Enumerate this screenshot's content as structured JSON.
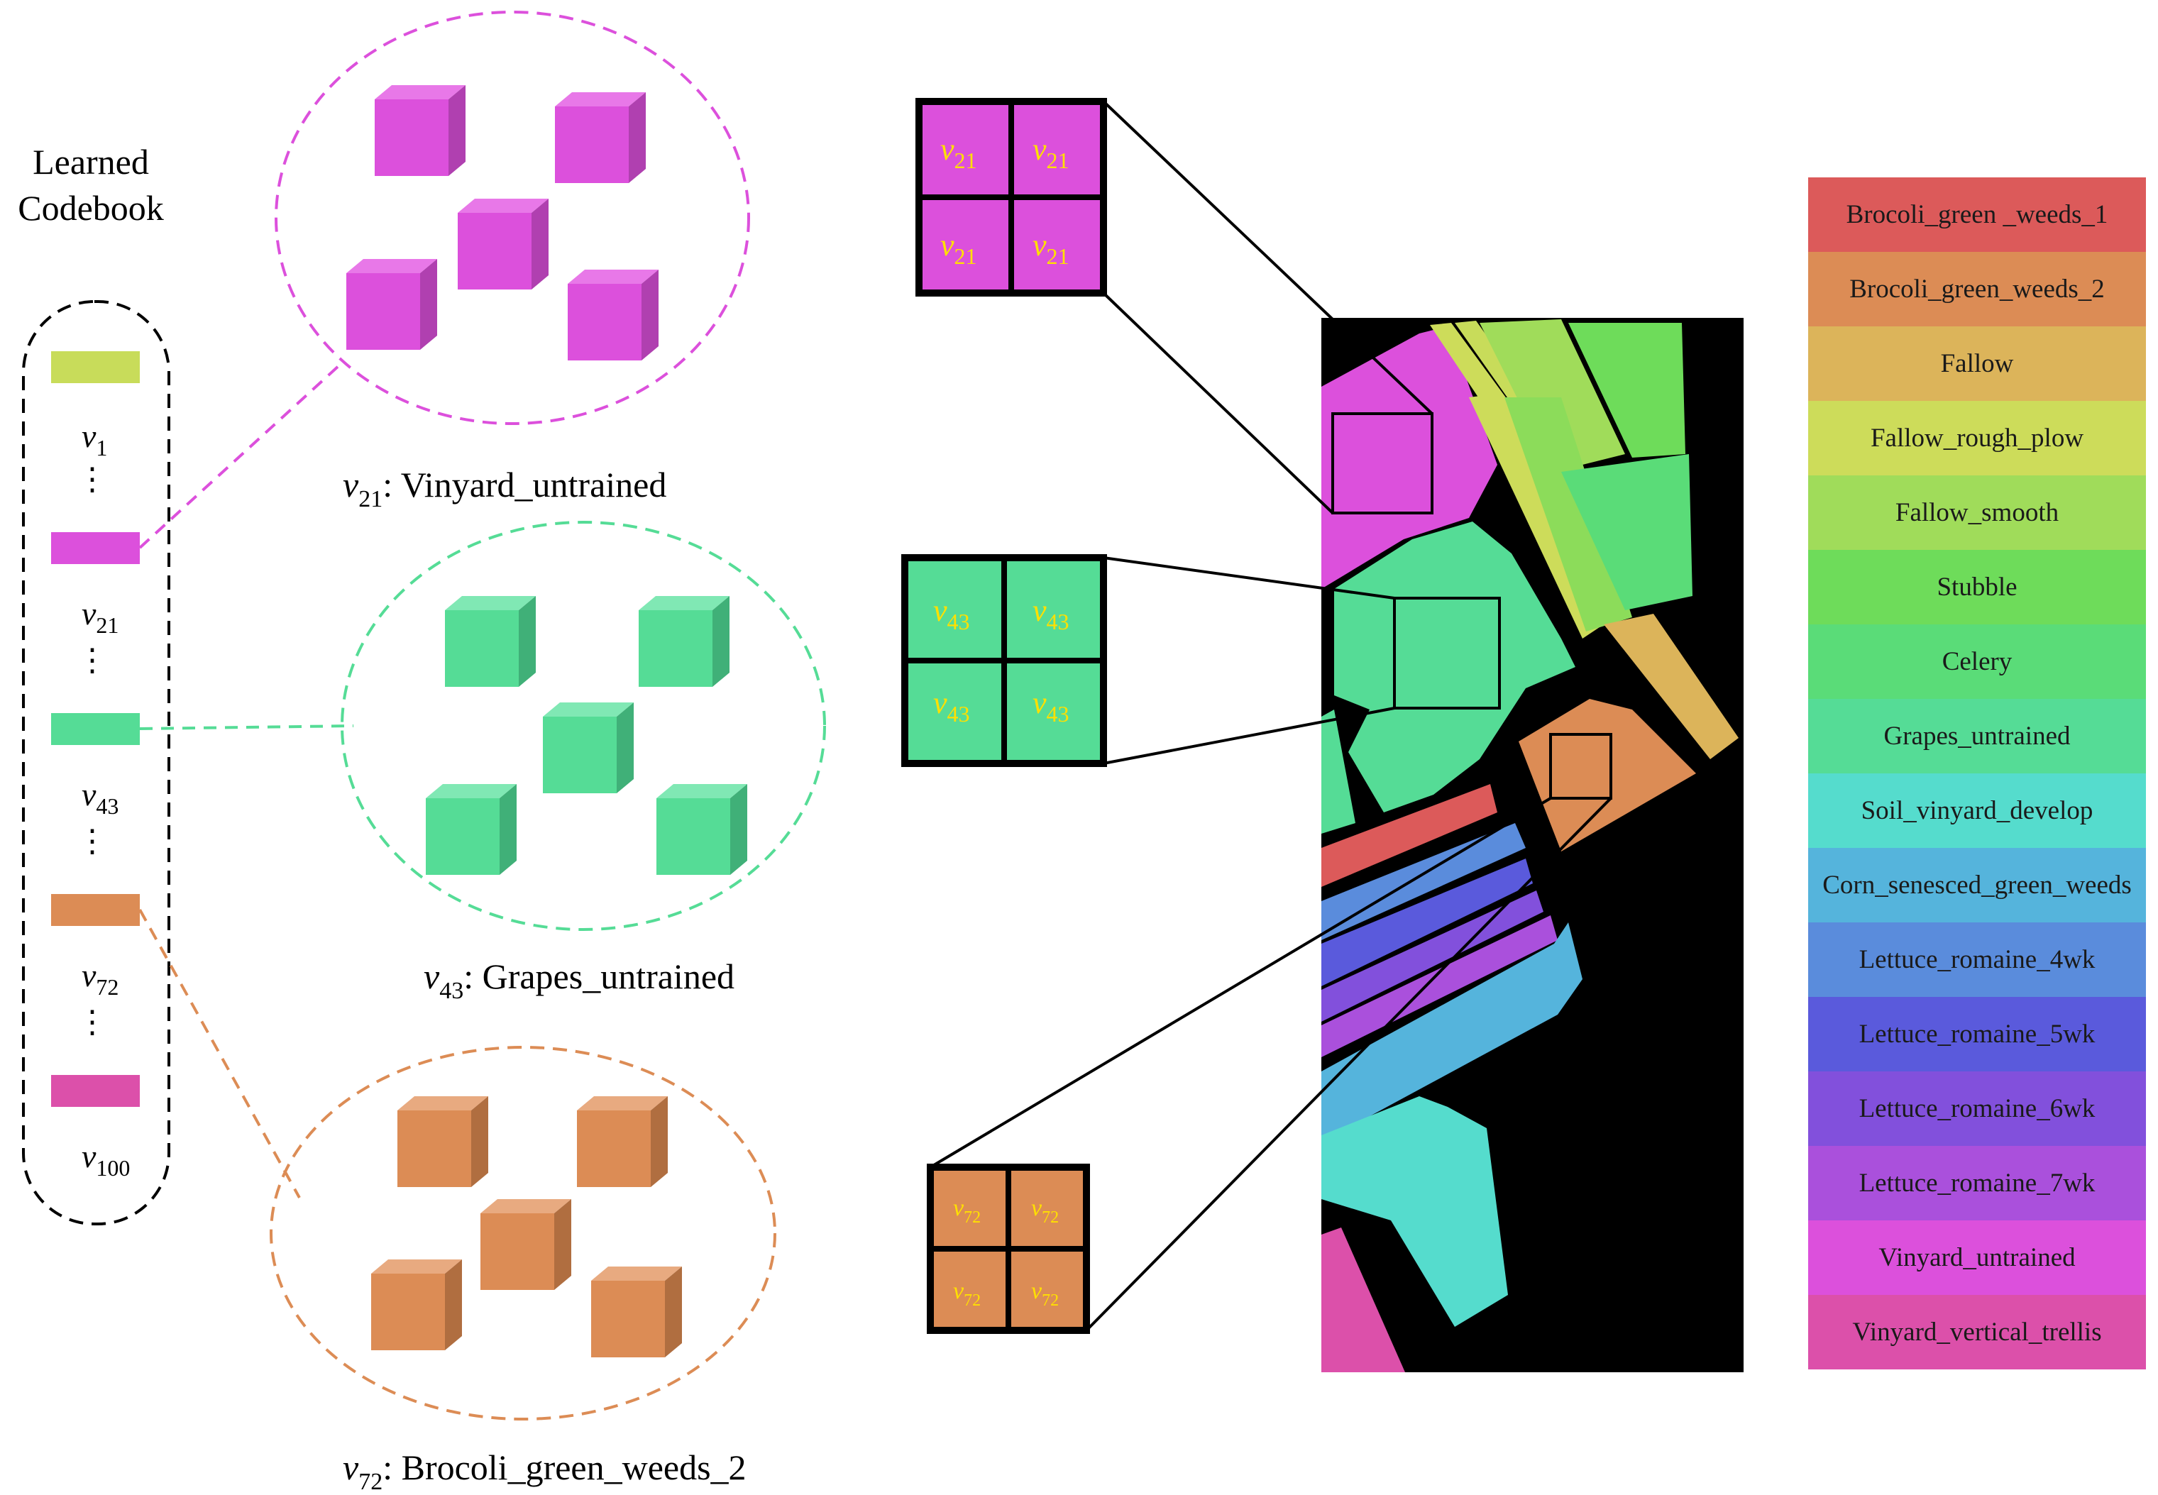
{
  "codebook": {
    "title_line1": "Learned",
    "title_line2": "Codebook",
    "vectors": [
      {
        "symbol": "v",
        "sub": "1",
        "color": "#c8dc5a"
      },
      {
        "symbol": "v",
        "sub": "21",
        "color": "#dc50dc"
      },
      {
        "symbol": "v",
        "sub": "43",
        "color": "#55dc96"
      },
      {
        "symbol": "v",
        "sub": "72",
        "color": "#dc8c55"
      },
      {
        "symbol": "v",
        "sub": "100",
        "color": "#dc50aa"
      }
    ],
    "ellipsis": "⋮"
  },
  "clusters": [
    {
      "symbol": "v",
      "sub": "21",
      "label": ": Vinyard_untrained",
      "color": "#dc50dc"
    },
    {
      "symbol": "v",
      "sub": "43",
      "label": ": Grapes_untrained",
      "color": "#55dc96"
    },
    {
      "symbol": "v",
      "sub": "72",
      "label": ": Brocoli_green_weeds_2",
      "color": "#dc8c55"
    }
  ],
  "patches": [
    {
      "symbol": "v",
      "sub": "21",
      "color": "#dc50dc",
      "text_color": "#ffe000"
    },
    {
      "symbol": "v",
      "sub": "43",
      "color": "#55dc96",
      "text_color": "#ffe000"
    },
    {
      "symbol": "v",
      "sub": "72",
      "color": "#dc8c55",
      "text_color": "#ffe000"
    }
  ],
  "legend": {
    "items": [
      {
        "label": "Brocoli_green _weeds_1",
        "color": "#dc5a5a"
      },
      {
        "label": "Brocoli_green_weeds_2",
        "color": "#dc8c55"
      },
      {
        "label": "Fallow",
        "color": "#dcb45a"
      },
      {
        "label": "Fallow_rough_plow",
        "color": "#cddc5a"
      },
      {
        "label": "Fallow_smooth",
        "color": "#a0dc5a"
      },
      {
        "label": "Stubble",
        "color": "#6edc5a"
      },
      {
        "label": "Celery",
        "color": "#5adc78"
      },
      {
        "label": "Grapes_untrained",
        "color": "#55dc96"
      },
      {
        "label": "Soil_vinyard_develop",
        "color": "#55dccd"
      },
      {
        "label": "Corn_senesced_green_weeds",
        "color": "#55b4dc"
      },
      {
        "label": "Lettuce_romaine_4wk",
        "color": "#5a8cdc"
      },
      {
        "label": "Lettuce_romaine_5wk",
        "color": "#5a5adc"
      },
      {
        "label": "Lettuce_romaine_6wk",
        "color": "#8250dc"
      },
      {
        "label": "Lettuce_romaine_7wk",
        "color": "#aa50dc"
      },
      {
        "label": "Vinyard_untrained",
        "color": "#dc50dc"
      },
      {
        "label": "Vinyard_vertical_trellis",
        "color": "#dc50aa"
      }
    ]
  }
}
